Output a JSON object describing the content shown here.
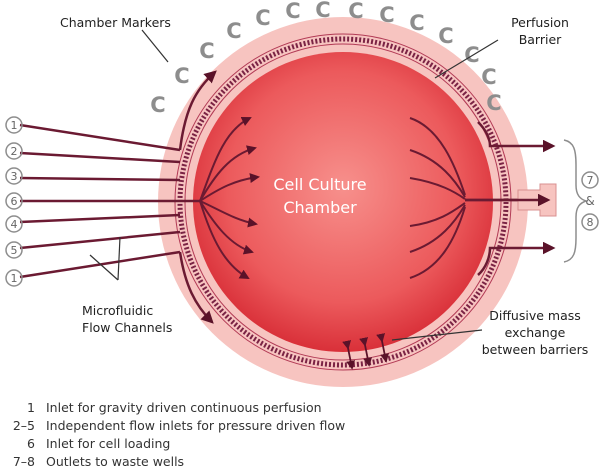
{
  "labels": {
    "chamber_markers": "Chamber Markers",
    "perfusion_barrier_1": "Perfusion",
    "perfusion_barrier_2": "Barrier",
    "chamber_title_1": "Cell Culture",
    "chamber_title_2": "Chamber",
    "microfluidic_1": "Microfluidic",
    "microfluidic_2": "Flow Channels",
    "diffusive_1": "Diffusive mass",
    "diffusive_2": "exchange",
    "diffusive_3": "between barriers",
    "outlet_group_top": "7",
    "outlet_group_amp": "&",
    "outlet_group_bottom": "8"
  },
  "marker_glyph": "C",
  "inlet_numbers": [
    "1",
    "2",
    "3",
    "6",
    "4",
    "5",
    "1"
  ],
  "legend": [
    {
      "key": "1",
      "desc": "Inlet for gravity driven continuous perfusion"
    },
    {
      "key": "2–5",
      "desc": "Independent flow inlets for pressure driven flow"
    },
    {
      "key": "6",
      "desc": "Inlet for cell loading"
    },
    {
      "key": "7–8",
      "desc": "Outlets to waste wells"
    }
  ],
  "colors": {
    "outer_ring": "#f7c4c0",
    "chamber_edge": "#d8323a",
    "chamber_center": "#f58b8a",
    "channel": "#6b1a32",
    "marker": "#8d8d8d",
    "text": "#333333"
  }
}
